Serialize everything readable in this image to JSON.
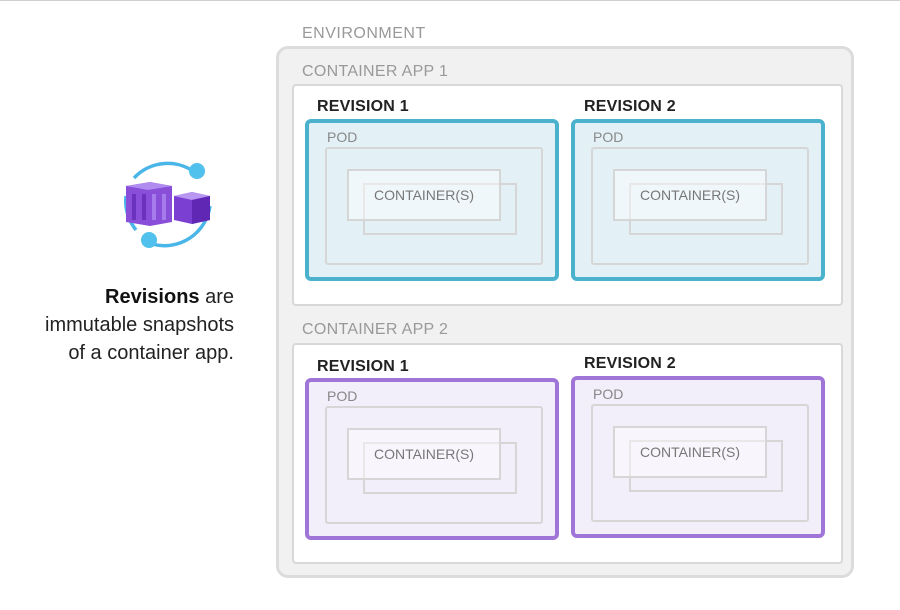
{
  "caption": {
    "bold": "Revisions",
    "line1_rest": " are",
    "line2": "immutable snapshots",
    "line3": "of a container app."
  },
  "environment": {
    "title": "ENVIRONMENT"
  },
  "apps": [
    {
      "title": "CONTAINER APP 1",
      "revisions": [
        {
          "title": "REVISION 1",
          "pod": "POD",
          "containers": "CONTAINER(S)"
        },
        {
          "title": "REVISION 2",
          "pod": "POD",
          "containers": "CONTAINER(S)"
        }
      ]
    },
    {
      "title": "CONTAINER APP 2",
      "revisions": [
        {
          "title": "REVISION 1",
          "pod": "POD",
          "containers": "CONTAINER(S)"
        },
        {
          "title": "REVISION 2",
          "pod": "POD",
          "containers": "CONTAINER(S)"
        }
      ]
    }
  ],
  "colors": {
    "app1_accent": "#4ab2cc",
    "app2_accent": "#9f76d8",
    "logo_purple": "#8a4fd8",
    "logo_blue": "#4ab6e8"
  },
  "icons": {
    "logo": "container-apps-icon"
  }
}
